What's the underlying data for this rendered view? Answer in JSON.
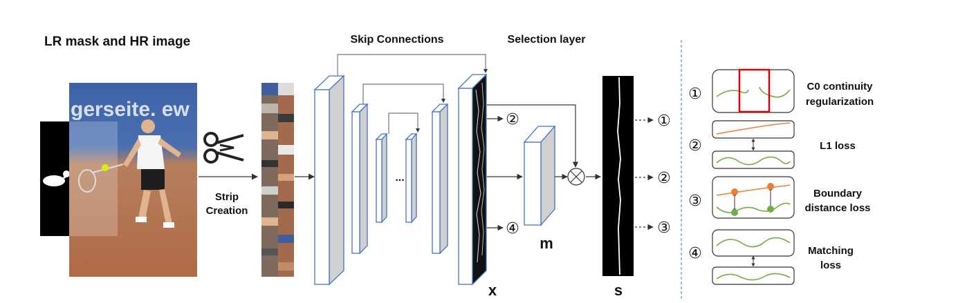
{
  "labels": {
    "title": "LR mask and HR image",
    "skip_connections": "Skip Connections",
    "selection_layer": "Selection layer",
    "strip_line1": "Strip",
    "strip_line2": "Creation",
    "ellipsis": "...",
    "x": "x",
    "m": "m",
    "s": "s",
    "photo_text": "gerseite. ew"
  },
  "branch_markers": [
    "②",
    "④"
  ],
  "output_markers": [
    "①",
    "②",
    "③"
  ],
  "losses": [
    {
      "marker": "①",
      "line1": "C0 continuity",
      "line2": "regularization"
    },
    {
      "marker": "②",
      "line1": "L1 loss",
      "line2": ""
    },
    {
      "marker": "③",
      "line1": "Boundary",
      "line2": "distance loss"
    },
    {
      "marker": "④",
      "line1": "Matching",
      "line2": "loss"
    }
  ],
  "colors": {
    "block_border": "#4472c4",
    "block_fill": "#d0d0d0",
    "orange": "#ed7d31",
    "green": "#70ad47",
    "red": "#e00000",
    "divider": "#5b8dd6"
  }
}
